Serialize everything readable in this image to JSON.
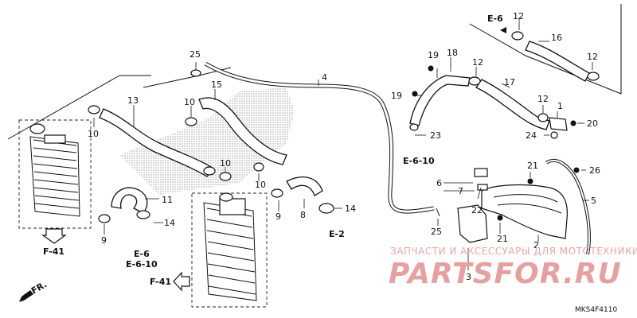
{
  "callouts": {
    "n1": "1",
    "n2": "2",
    "n3": "3",
    "n4": "4",
    "n5": "5",
    "n6": "6",
    "n7": "7",
    "n8": "8",
    "n9": "9",
    "n10a": "10",
    "n10b": "10",
    "n10c": "10",
    "n10d": "10",
    "n11": "11",
    "n12a": "12",
    "n12b": "12",
    "n12c": "12",
    "n12d": "12",
    "n13": "13",
    "n14a": "14",
    "n14b": "14",
    "n15": "15",
    "n16": "16",
    "n17": "17",
    "n18": "18",
    "n19a": "19",
    "n19b": "19",
    "n20": "20",
    "n21a": "21",
    "n21b": "21",
    "n22": "22",
    "n23": "23",
    "n24": "24",
    "n25a": "25",
    "n25b": "25",
    "n26": "26",
    "n9b": "9"
  },
  "refs": {
    "e6_top": "E-6",
    "e6_10_right": "E-6-10",
    "e2": "E-2",
    "e6_left": "E-6",
    "e6_10_left": "E-6-10",
    "f41_left": "F-41",
    "f41_bottom": "F-41",
    "front": "FR."
  },
  "diagram_code": "MKS4F4110",
  "watermark": {
    "line1": "ЗАПЧАСТИ И АКСЕССУАРЫ ДЛЯ МОТОТЕХНИКИ",
    "line2": "PARTSFOR.RU"
  },
  "colors": {
    "watermark": "#e7a0a0",
    "ink": "#111111"
  }
}
